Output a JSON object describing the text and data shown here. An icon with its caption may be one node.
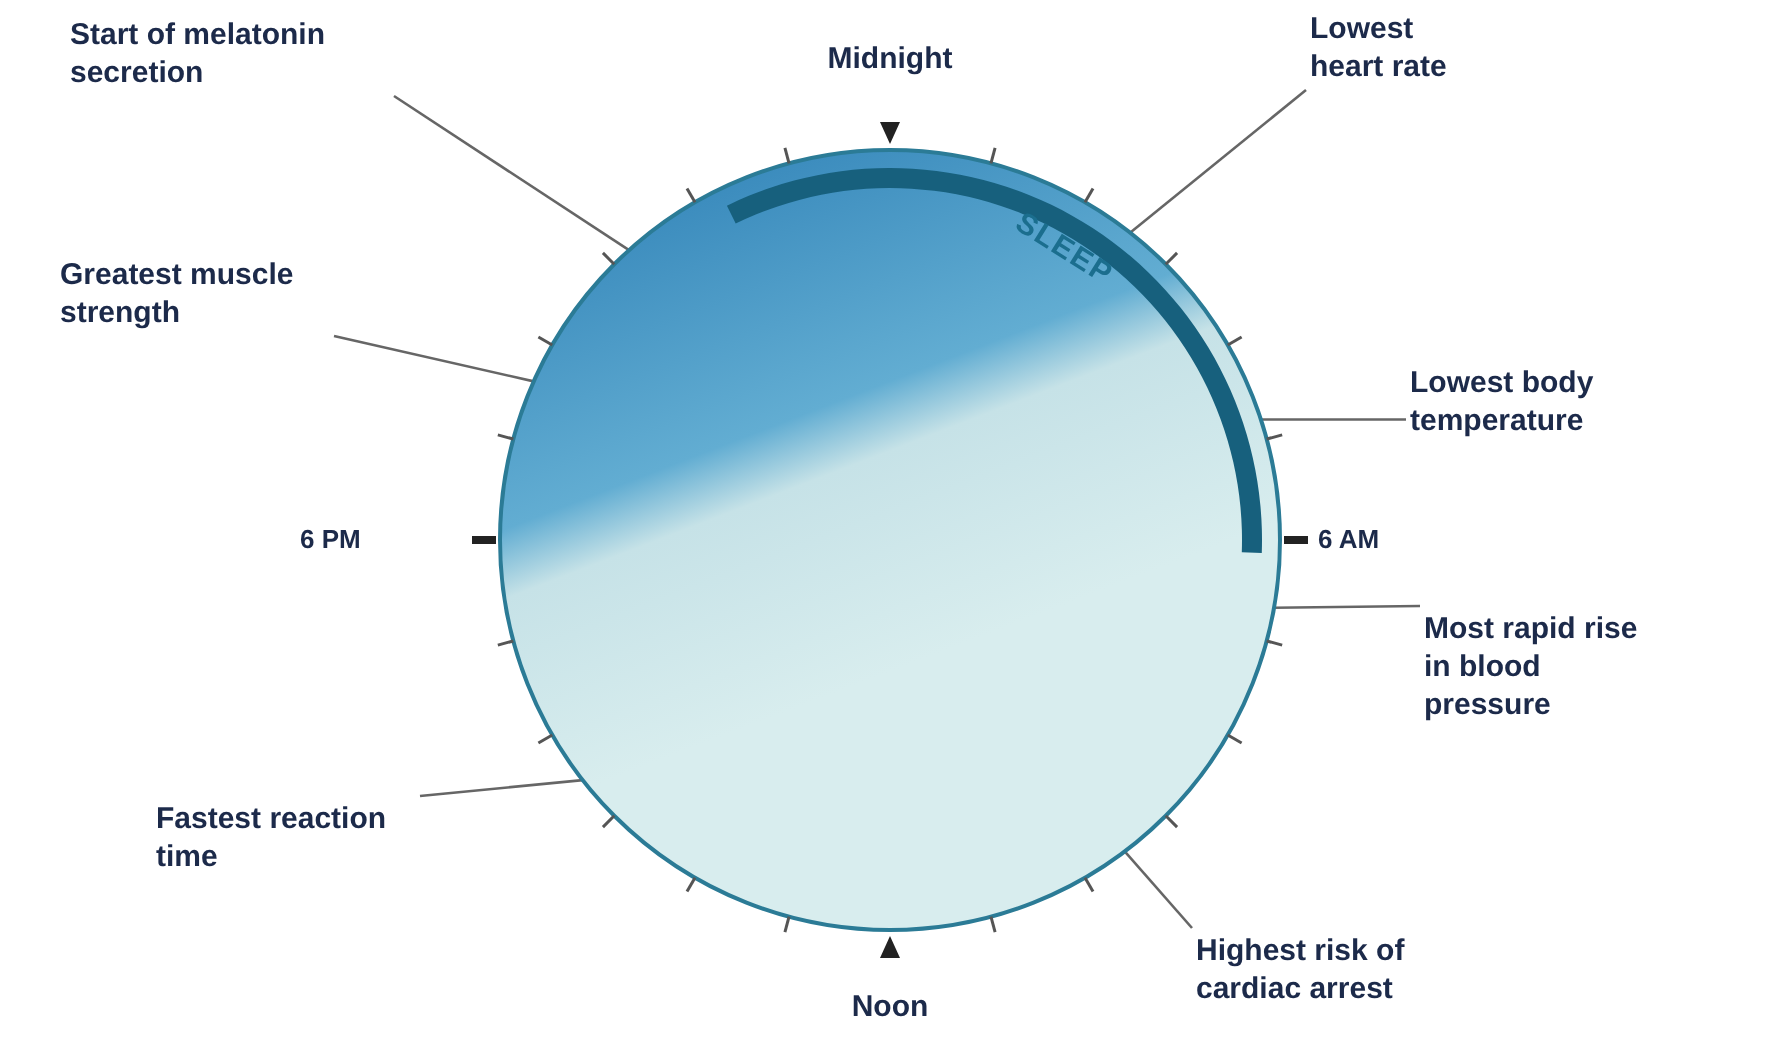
{
  "diagram": {
    "nodes": [
      {
        "text": [
          "Start of melatonin secretion"
        ]
      },
      {
        "text": [
          "Lowest heart rate"
        ]
      },
      {
        "text": [
          "Greatest muscle strength"
        ]
      },
      {
        "text": [
          "Lowest body temperature"
        ]
      },
      {
        "text": [
          "Most rapid rise in blood pressure"
        ]
      },
      {
        "text": [
          "Fastest reaction time"
        ]
      },
      {
        "text": [
          "Highest risk of cardiac arrest"
        ]
      },
      {
        "text": [],
        "shape": "circle"
      }
    ],
    "edges": [
      {
        "from": 0,
        "to": 7,
        "arrow": "none"
      },
      {
        "from": 1,
        "to": 7,
        "arrow": "none"
      },
      {
        "from": 2,
        "to": 7,
        "arrow": "none"
      },
      {
        "from": 3,
        "to": 7,
        "arrow": "none"
      },
      {
        "from": 4,
        "to": 7,
        "arrow": "none"
      },
      {
        "from": 5,
        "to": 7,
        "arrow": "none"
      },
      {
        "from": 6,
        "to": 7,
        "arrow": "none"
      }
    ],
    "labels": [
      "Midnight",
      "6 PM",
      "SLEEP",
      "6 AM",
      "Noon"
    ]
  }
}
